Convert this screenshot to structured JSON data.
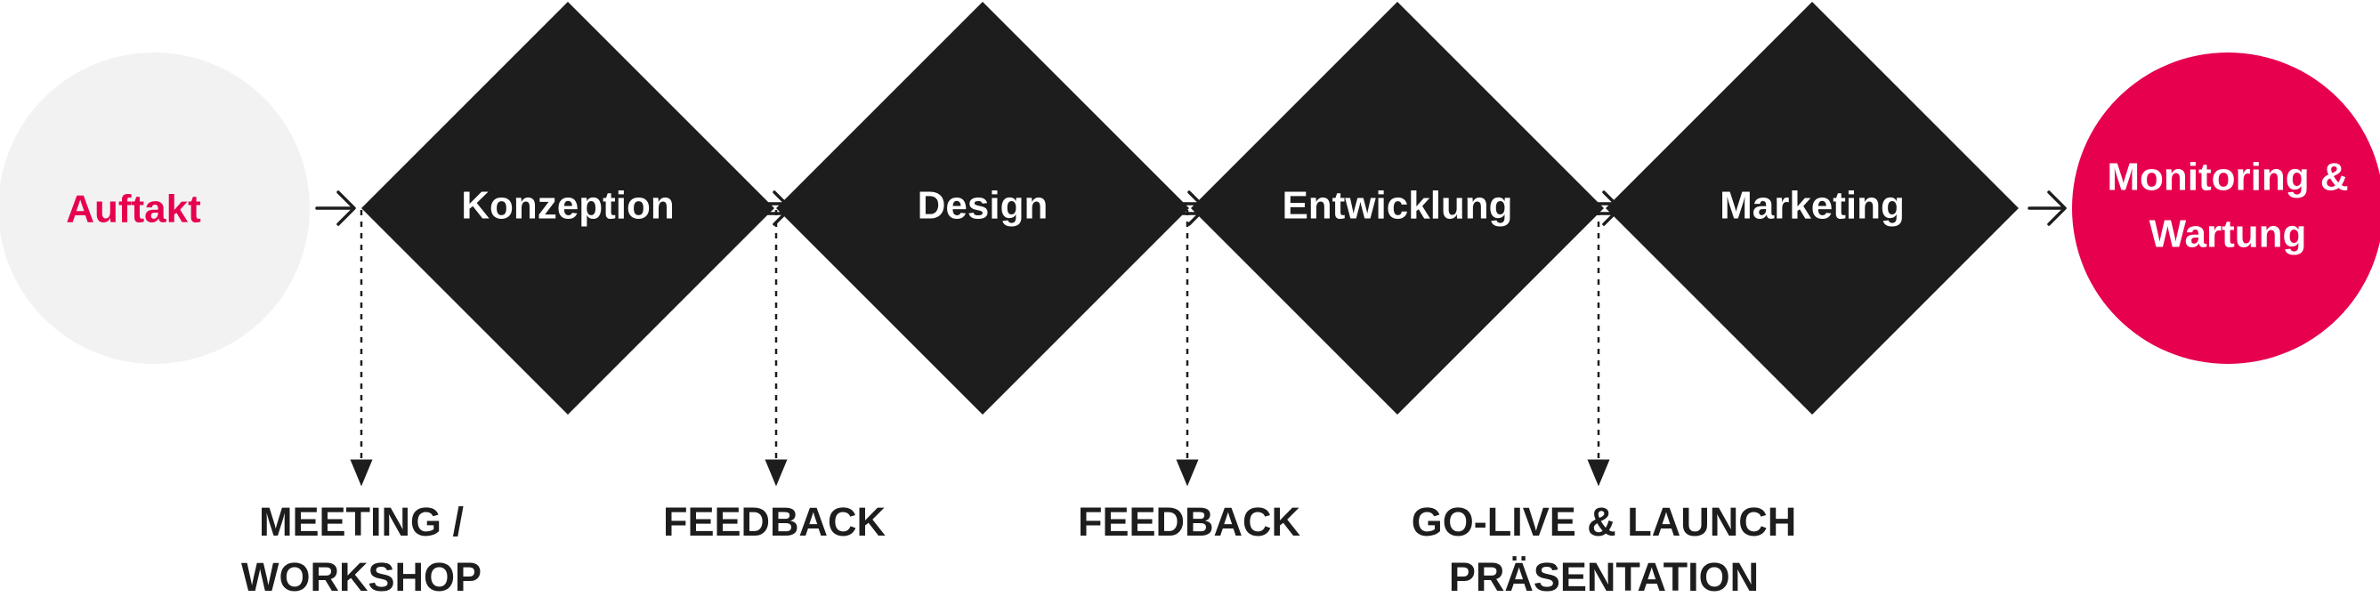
{
  "colors": {
    "start_circle_fill": "#f2f2f2",
    "start_text": "#e6004e",
    "diamond_fill": "#1d1d1d",
    "diamond_text": "#ffffff",
    "end_circle_fill": "#e6004e",
    "end_text": "#ffffff",
    "arrow": "#1d1d1d",
    "milestone_text": "#1d1d1d"
  },
  "start": {
    "label": "Auftakt"
  },
  "phases": [
    {
      "label": "Konzeption"
    },
    {
      "label": "Design"
    },
    {
      "label": "Entwicklung"
    },
    {
      "label": "Marketing"
    }
  ],
  "end": {
    "label_line1": "Monitoring &",
    "label_line2": "Wartung"
  },
  "milestones": [
    {
      "line1": "MEETING /",
      "line2": "WORKSHOP"
    },
    {
      "line1": "FEEDBACK",
      "line2": ""
    },
    {
      "line1": "FEEDBACK",
      "line2": ""
    },
    {
      "line1": "GO-LIVE & LAUNCH",
      "line2": "PRÄSENTATION"
    }
  ]
}
